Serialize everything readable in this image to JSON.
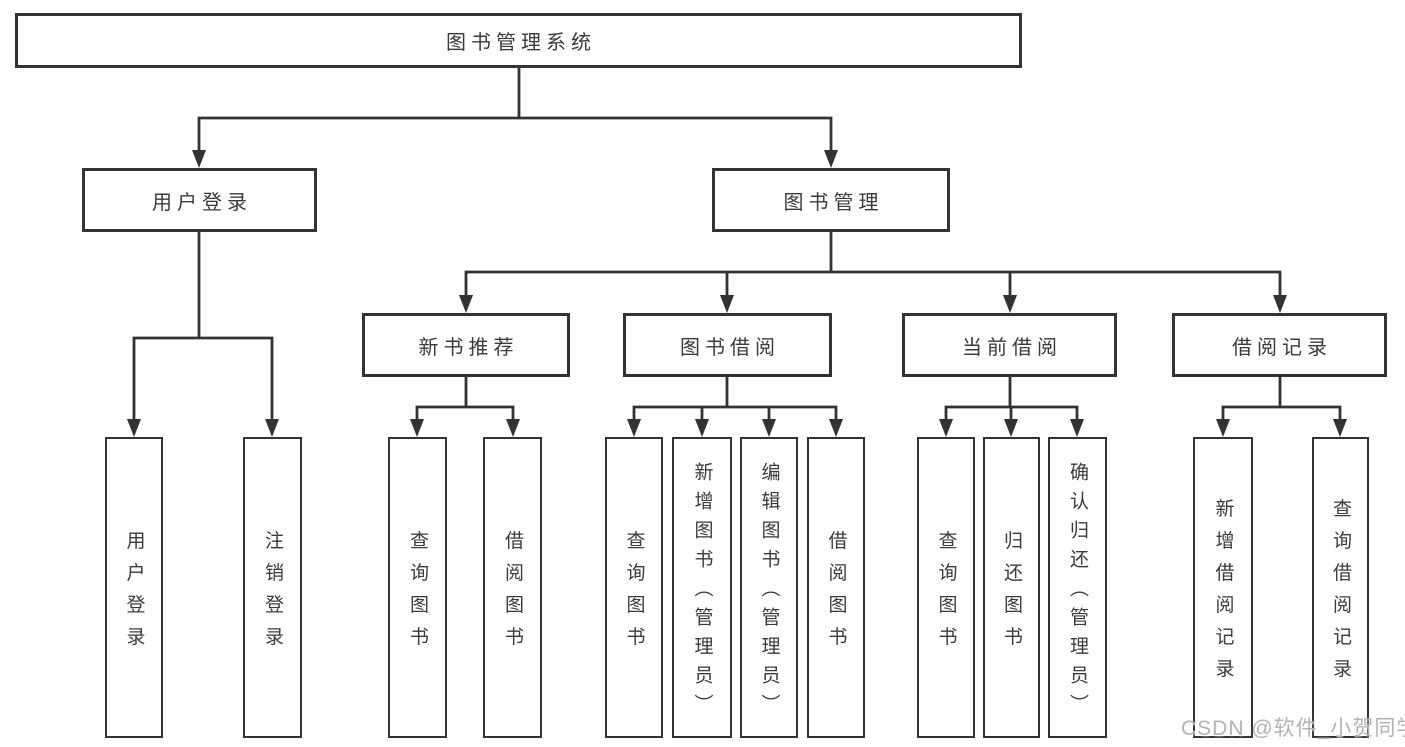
{
  "tree": {
    "root": "图书管理系统",
    "user_login": "用户登录",
    "book_mgmt": "图书管理",
    "new_book": "新书推荐",
    "borrow": "图书借阅",
    "current": "当前借阅",
    "record": "借阅记录",
    "leaf_login": "用户登录",
    "leaf_logout": "注销登录",
    "leaf_nb_query": "查询图书",
    "leaf_nb_borrow": "借阅图书",
    "leaf_bw_query": "查询图书",
    "leaf_bw_add": "新增图书（管理员）",
    "leaf_bw_edit": "编辑图书（管理员）",
    "leaf_bw_borrow": "借阅图书",
    "leaf_cu_query": "查询图书",
    "leaf_cu_return": "归还图书",
    "leaf_cu_confirm": "确认归还（管理员）",
    "leaf_re_add": "新增借阅记录",
    "leaf_re_query": "查询借阅记录"
  },
  "watermark": "CSDN @软件_小贺同学",
  "colors": {
    "line": "#333333",
    "text": "#3b3b3b",
    "watermark": "#b3b3b3",
    "background": "#ffffff"
  }
}
